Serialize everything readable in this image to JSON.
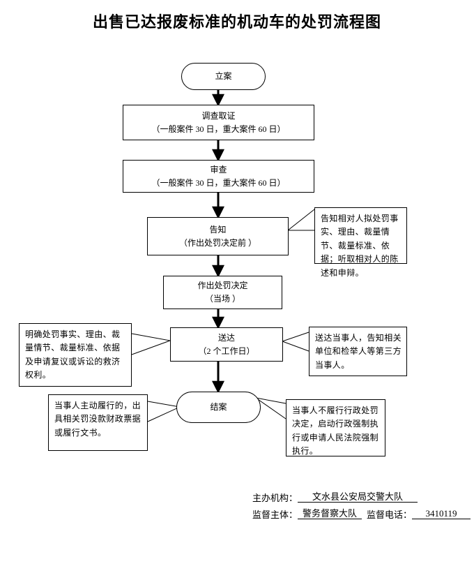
{
  "title": "出售已达报废标准的机动车的处罚流程图",
  "flow": {
    "nodes": [
      {
        "id": "filing",
        "shape": "rounded",
        "line1": "立案",
        "line2": ""
      },
      {
        "id": "investigation",
        "shape": "rectangle",
        "line1": "调查取证",
        "line2": "（一般案件 30 日，重大案件 60 日）"
      },
      {
        "id": "review",
        "shape": "rectangle",
        "line1": "审查",
        "line2": "（一般案件 30 日，重大案件 60 日）"
      },
      {
        "id": "notify",
        "shape": "rectangle",
        "line1": "告知",
        "line2": "（作出处罚决定前 ）"
      },
      {
        "id": "decision",
        "shape": "rectangle",
        "line1": "作出处罚决定",
        "line2": "（当场 ）"
      },
      {
        "id": "service",
        "shape": "rectangle",
        "line1": "送达",
        "line2": "（2 个工作日）"
      },
      {
        "id": "closing",
        "shape": "rounded",
        "line1": "结案",
        "line2": ""
      }
    ],
    "notes": [
      {
        "id": "notify-note",
        "text": "告知相对人拟处罚事实、理由、裁量情节、裁量标准、依据；听取相对人的陈述和申辩。"
      },
      {
        "id": "service-left-note",
        "text": "明确处罚事实、理由、裁量情节、裁量标准、依据及申请复议或诉讼的救济权利。"
      },
      {
        "id": "service-right-note",
        "text": "送达当事人，告知相关单位和检举人等第三方当事人。"
      },
      {
        "id": "closing-left-note",
        "text": "当事人主动履行的，出具相关罚没款财政票据或履行文书。"
      },
      {
        "id": "closing-right-note",
        "text": "当事人不履行行政处罚决定，启动行政强制执行或申请人民法院强制执行。"
      }
    ]
  },
  "footer": {
    "org_label": "主办机构：",
    "org_value": "文水县公安局交警大队",
    "supervisor_label": "监督主体：",
    "supervisor_value": "警务督察大队",
    "tel_label": "监督电话：",
    "tel_value": "3410119"
  },
  "colors": {
    "ink": "#000000",
    "paper": "#ffffff"
  }
}
